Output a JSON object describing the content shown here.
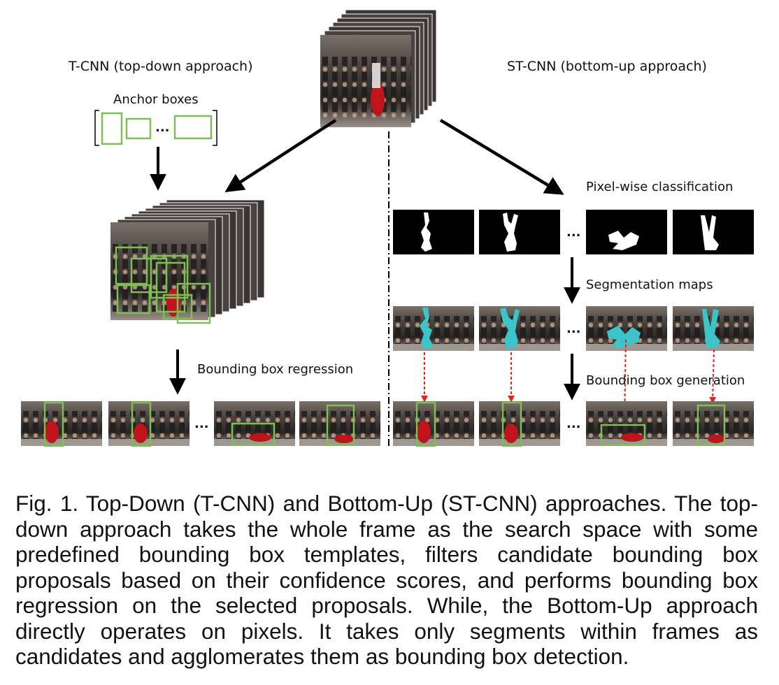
{
  "labels": {
    "tcnn_title": "T-CNN (top-down approach)",
    "stcnn_title": "ST-CNN (bottom-up approach)",
    "anchor_boxes": "Anchor boxes",
    "anchor_ellipsis": "...",
    "bbox_regression": "Bounding box regression",
    "pixel_wise": "Pixel-wise classification",
    "segmentation_maps": "Segmentation maps",
    "bbox_generation": "Bounding box generation",
    "ellipsis": "..."
  },
  "caption": "Fig. 1. Top-Down (T-CNN) and Bottom-Up (ST-CNN) approaches. The top-down approach takes the whole frame as the search space with some predefined bounding box templates, filters candidate bounding box proposals based on their confidence scores, and performs bounding box regression on the selected proposals. While, the Bottom-Up approach directly operates on pixels. It takes only segments within frames as candidates and agglomerates them as bounding box detection.",
  "colors": {
    "box_green": "#7cc052",
    "seg_cyan": "#3cc4c8",
    "dancer_red": "#c0141c",
    "arrow_red": "#e8221c",
    "black": "#000000"
  }
}
